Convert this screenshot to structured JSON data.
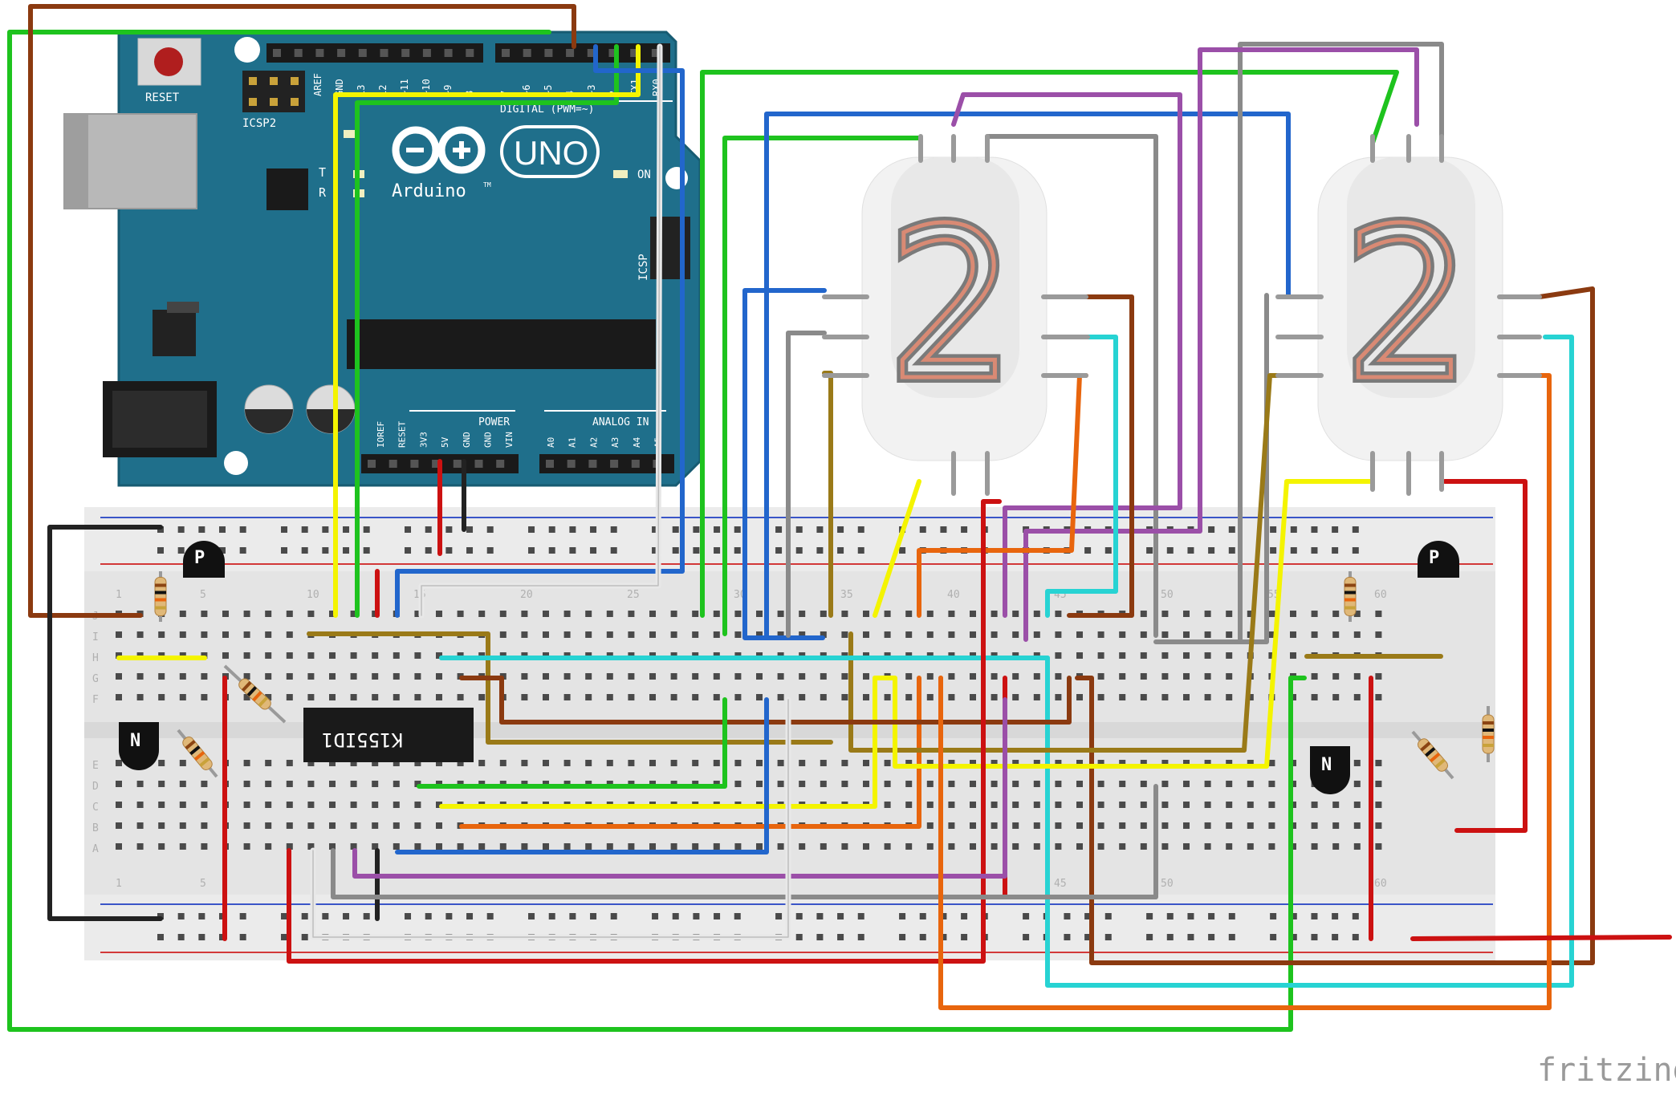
{
  "arduino": {
    "reset_label": "RESET",
    "icsp2_label": "ICSP2",
    "icsp_label": "ICSP",
    "uno_label": "UNO",
    "brand_label": "Arduino",
    "tm_label": "TM",
    "on_label": "ON",
    "tx_label": "T",
    "rx_label": "R",
    "digital_label": "DIGITAL (PWM=~)",
    "power_label": "POWER",
    "analog_label": "ANALOG IN",
    "top_header_pins": [
      "AREF",
      "GND",
      "13",
      "12",
      "~11",
      "~10",
      "~9",
      "8",
      "7",
      "~6",
      "~5",
      "4",
      "~3",
      "2",
      "TX1",
      "RX0"
    ],
    "power_pins": [
      "IOREF",
      "RESET",
      "3V3",
      "5V",
      "GND",
      "GND",
      "VIN"
    ],
    "analog_pins": [
      "A0",
      "A1",
      "A2",
      "A3",
      "A4",
      "A5"
    ]
  },
  "breadboard": {
    "row_letters_top": [
      "J",
      "I",
      "H",
      "G",
      "F"
    ],
    "row_letters_bottom": [
      "E",
      "D",
      "C",
      "B",
      "A"
    ],
    "column_numbers": [
      "1",
      "5",
      "10",
      "15",
      "20",
      "25",
      "30",
      "35",
      "40",
      "45",
      "50",
      "55",
      "60"
    ]
  },
  "components": {
    "ic_label": "K155ID1",
    "pnp_label": "P",
    "npn_label": "N"
  },
  "tube_digit": "2",
  "watermark": "fritzing",
  "colors": {
    "pcb": "#1f6f8b",
    "pcb_dark": "#155a72",
    "wire_green": "#1ec31e",
    "wire_brown": "#8b3a10",
    "wire_yellow": "#f4f400",
    "wire_blue": "#2266cc",
    "wire_purple": "#9b4fa8",
    "wire_gray": "#8a8a8a",
    "wire_white": "#e8e8e8",
    "wire_cyan": "#27d3d3",
    "wire_orange": "#e8650d",
    "wire_red": "#cc1111",
    "wire_olive": "#9a7a18",
    "wire_black": "#222222"
  }
}
